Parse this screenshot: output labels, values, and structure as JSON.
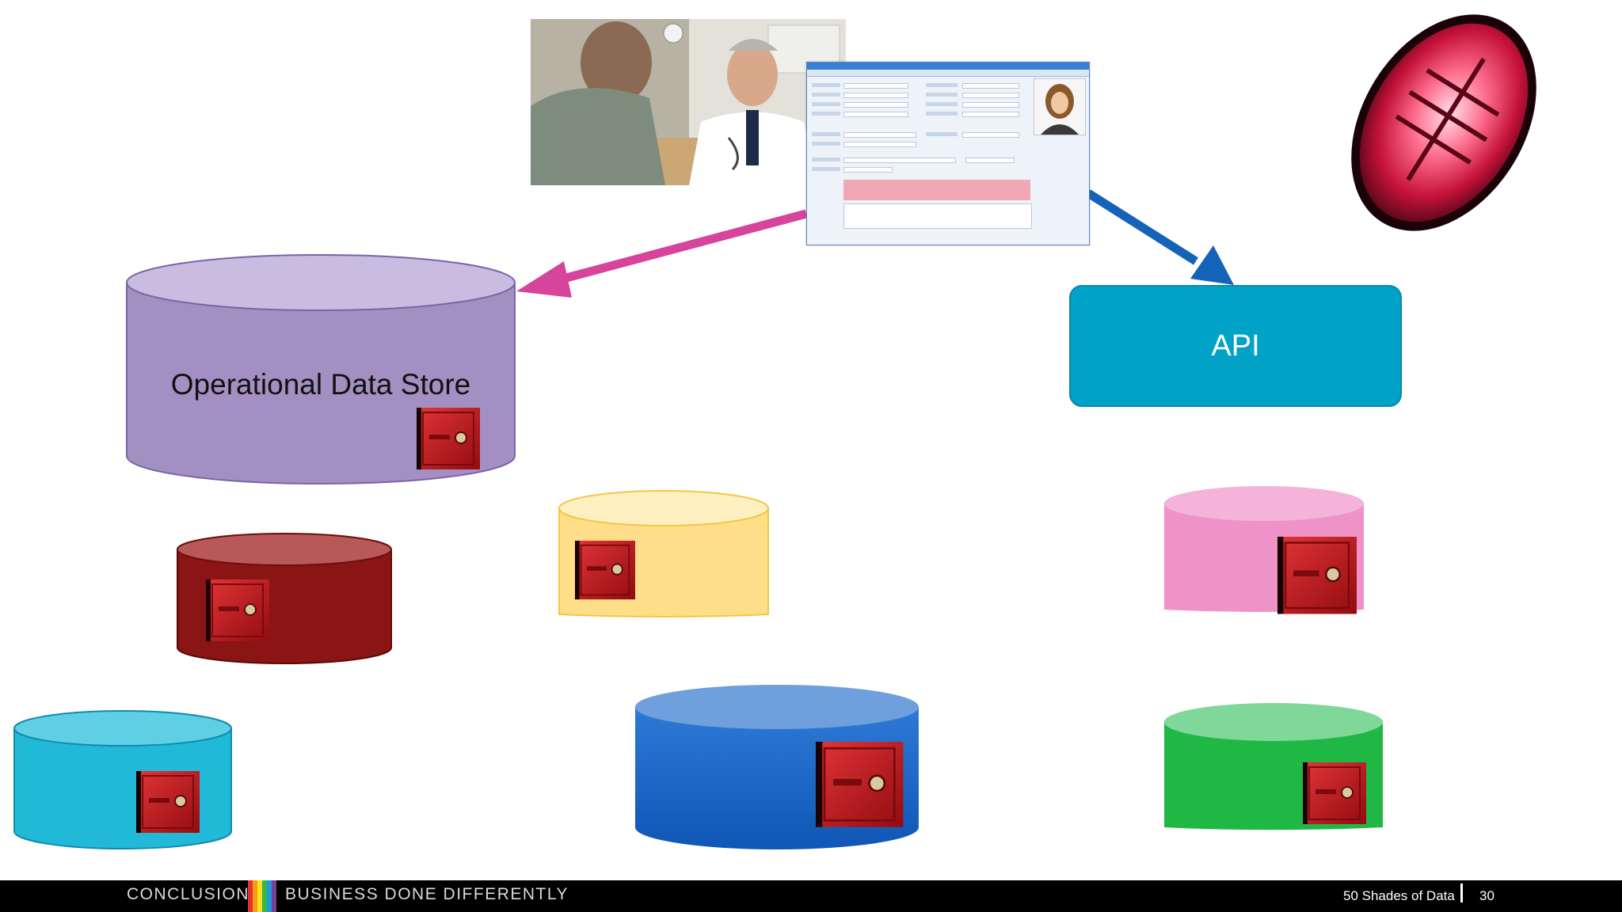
{
  "slide": {
    "ods_label": "Operational Data Store",
    "api_label": "API"
  },
  "footer": {
    "section": "CONCLUSION",
    "tagline": "BUSINESS DONE DIFFERENTLY",
    "deck_title": "50 Shades of Data",
    "page_number": "30"
  },
  "colors": {
    "ods_cylinder": "#a48fc2",
    "api_box": "#00a2c7",
    "arrow_left": "#d6449b",
    "arrow_right": "#1463b8",
    "dark_red_cylinder": "#8b1414",
    "yellow_cylinder": "#ffde8a",
    "pink_cylinder": "#ee92c8",
    "cyan_cylinder": "#22b8d8",
    "blue_cylinder": "#1566c8",
    "green_cylinder": "#1fb845",
    "safe": "#c9161c",
    "alarm_light": "#d4143c"
  },
  "icons": [
    "safe-icon",
    "alarm-light-icon",
    "doctor-photo",
    "patient-form-screenshot"
  ]
}
